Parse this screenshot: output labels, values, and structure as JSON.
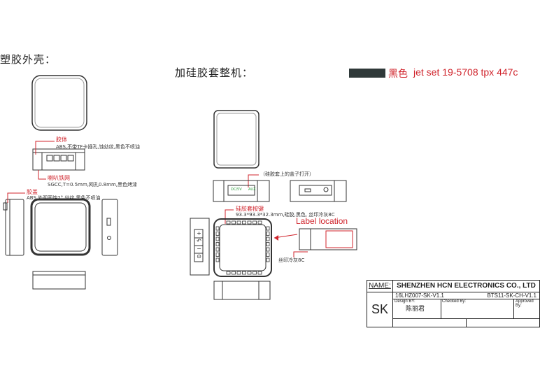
{
  "headings": {
    "plastic_shell": "塑胶外壳：",
    "silicone_unit": "加硅胶套整机："
  },
  "color_spec": {
    "swatch": "#2f3939",
    "name": "黑色",
    "code": "jet set 19-5708 tpx 447c",
    "accent": "#d0242c"
  },
  "left": {
    "body_label": "胶体",
    "body_spec": "ABS,不带TF卡插孔,蚀幼纹,黑色不喷油",
    "mesh_label": "喇叭铁网",
    "mesh_spec": "SGCC,T=0.5mm,网孔0.8mm,黑色烤漆",
    "cover_label": "胶盖",
    "cover_spec": "ABS,外观面蚀2° 幼纹,黑色不喷油"
  },
  "middle": {
    "lid_note": "（硅胶套上的盖子打开）",
    "port_labels": [
      "DC/5V",
      "AUX"
    ],
    "keys_label": "硅胶套按键",
    "keys_spec": "93.3*93.3*32.3mm,硅胶,黑色, 丝印冷灰8C",
    "label_location": "Label location",
    "print_note": "丝印冷灰8C",
    "buttons": [
      "+",
      "↶",
      "−",
      "⊙"
    ]
  },
  "title_block": {
    "name_label": "NAME:",
    "company": "SHENZHEN HCN ELECTRONICS CO., LTD",
    "code": "SK",
    "drawing_no": "16LHZ007-SK-V1.1",
    "ref_no": "BTS11-SK-CH-V1.1",
    "design_by": "Design BY:",
    "designer": "陈丽君",
    "checked_by": "Checked By:",
    "approved_by": "Approved By:"
  }
}
